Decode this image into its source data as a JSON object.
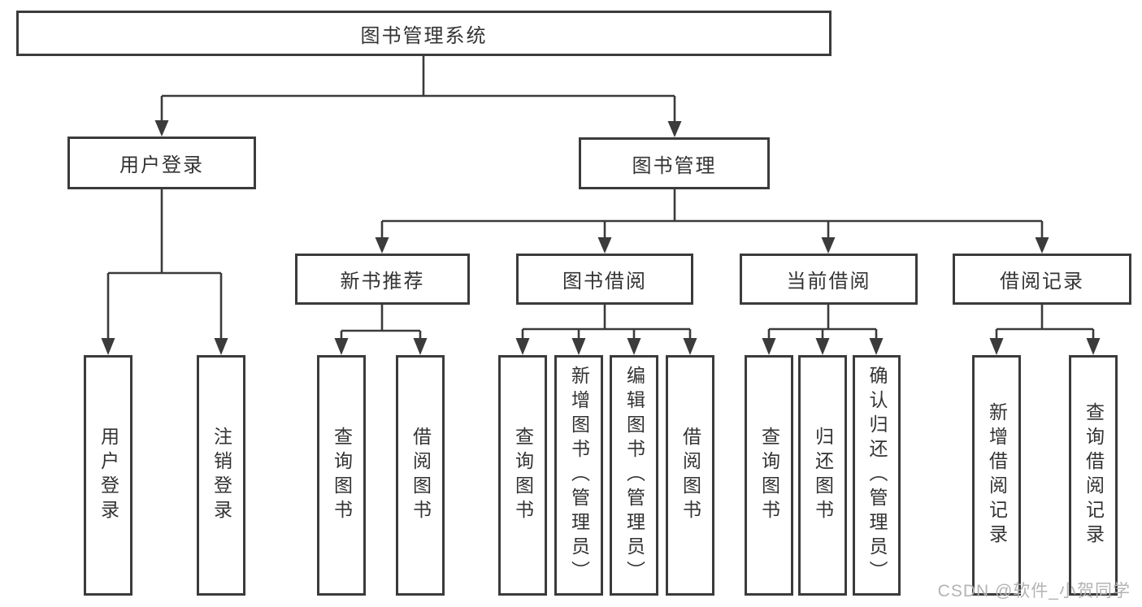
{
  "diagram": {
    "root": {
      "label": "图书管理系统"
    },
    "level2": [
      {
        "label": "用户登录",
        "parent": "图书管理系统"
      },
      {
        "label": "图书管理",
        "parent": "图书管理系统"
      }
    ],
    "level3": [
      {
        "label": "新书推荐",
        "parent": "图书管理"
      },
      {
        "label": "图书借阅",
        "parent": "图书管理"
      },
      {
        "label": "当前借阅",
        "parent": "图书管理"
      },
      {
        "label": "借阅记录",
        "parent": "图书管理"
      }
    ],
    "leaves": [
      {
        "label": "用户登录",
        "parent": "用户登录"
      },
      {
        "label": "注销登录",
        "parent": "用户登录"
      },
      {
        "label": "查询图书",
        "parent": "新书推荐"
      },
      {
        "label": "借阅图书",
        "parent": "新书推荐"
      },
      {
        "label": "查询图书",
        "parent": "图书借阅"
      },
      {
        "label": "新增图书（管理员）",
        "parent": "图书借阅"
      },
      {
        "label": "编辑图书（管理员）",
        "parent": "图书借阅"
      },
      {
        "label": "借阅图书",
        "parent": "图书借阅"
      },
      {
        "label": "查询图书",
        "parent": "当前借阅"
      },
      {
        "label": "归还图书",
        "parent": "当前借阅"
      },
      {
        "label": "确认归还（管理员）",
        "parent": "当前借阅"
      },
      {
        "label": "新增借阅记录",
        "parent": "借阅记录"
      },
      {
        "label": "查询借阅记录",
        "parent": "借阅记录"
      }
    ],
    "watermark": "CSDN @软件_小贺同学",
    "colors": {
      "line": "#3b3b3b",
      "box_border": "#3b3b3b",
      "box_fill": "#ffffff",
      "text": "#333333",
      "watermark": "#b3b3b3",
      "background": "#ffffff"
    }
  }
}
